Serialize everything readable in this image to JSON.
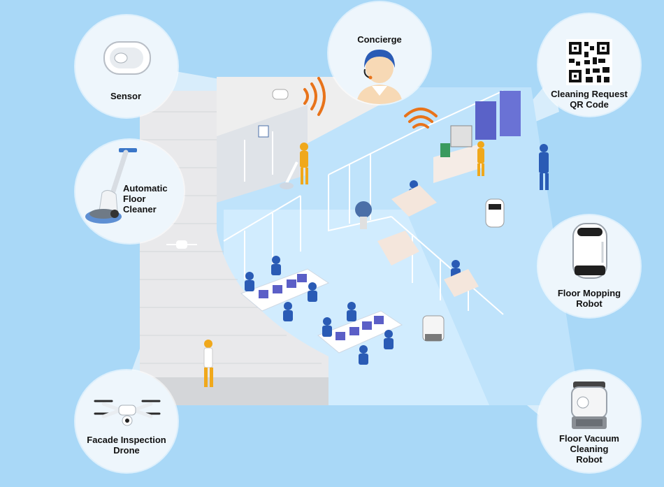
{
  "labels": {
    "sensor": "Sensor",
    "concierge": "Concierge",
    "qr": "Cleaning Request\nQR Code",
    "floor_cleaner": "Automatic\nFloor\nCleaner",
    "mopping": "Floor Mopping\nRobot",
    "drone": "Facade Inspection\nDrone",
    "vacuum": "Floor Vacuum\nCleaning\nRobot"
  },
  "colors": {
    "background": "#a9d8f7",
    "callout": "#eef6fc",
    "floor": "#bfe3fb",
    "wall": "#f3f4f5",
    "accent_orange": "#e8731a",
    "worker": "#f0a81b",
    "suit": "#2a5bb5"
  },
  "icons": [
    "sensor-icon",
    "concierge-icon",
    "qr-code-icon",
    "floor-cleaner-icon",
    "mopping-robot-icon",
    "drone-icon",
    "vacuum-robot-icon",
    "wifi-signal-icon"
  ]
}
